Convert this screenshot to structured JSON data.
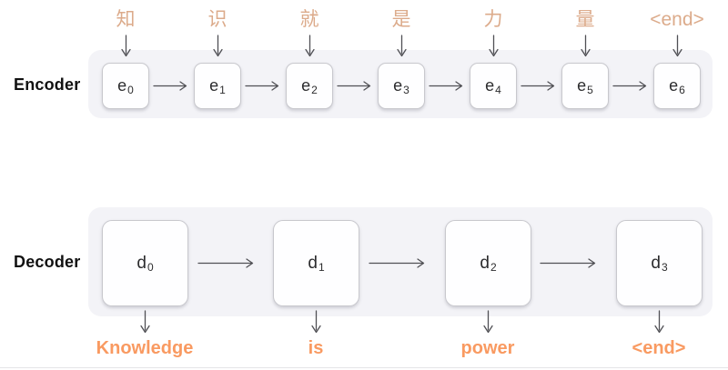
{
  "title": "Seq2seq encoder-decoder translation diagram",
  "encoder": {
    "label": "Encoder",
    "input_tokens": [
      "知",
      "识",
      "就",
      "是",
      "力",
      "量",
      "<end>"
    ],
    "cells": [
      {
        "base": "e",
        "sub": "0"
      },
      {
        "base": "e",
        "sub": "1"
      },
      {
        "base": "e",
        "sub": "2"
      },
      {
        "base": "e",
        "sub": "3"
      },
      {
        "base": "e",
        "sub": "4"
      },
      {
        "base": "e",
        "sub": "5"
      },
      {
        "base": "e",
        "sub": "6"
      }
    ]
  },
  "decoder": {
    "label": "Decoder",
    "cells": [
      {
        "base": "d",
        "sub": "0"
      },
      {
        "base": "d",
        "sub": "1"
      },
      {
        "base": "d",
        "sub": "2"
      },
      {
        "base": "d",
        "sub": "3"
      }
    ],
    "output_tokens": [
      "Knowledge",
      "is",
      "power",
      "<end>"
    ]
  },
  "colors": {
    "input_token_text": "#DCAB8B",
    "output_token_text": "#F99A61",
    "panel_background": "#F3F3F7",
    "cell_border": "#C8C8CD",
    "cell_text": "#2C2C2E",
    "arrow_stroke": "#505055",
    "label_text": "#111111"
  }
}
